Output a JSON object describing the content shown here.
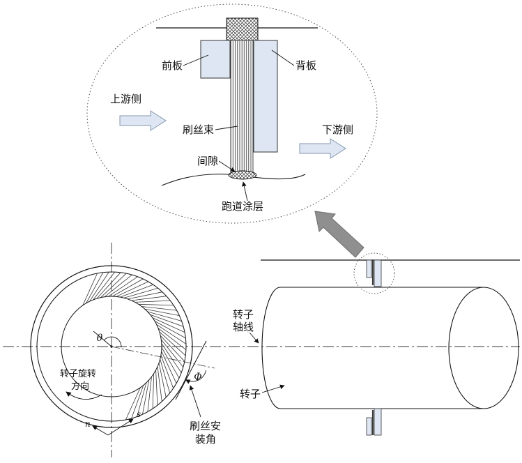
{
  "figure": {
    "detail": {
      "front_plate": "前板",
      "back_plate": "背板",
      "upstream_side": "上游侧",
      "bristle_bundle": "刷丝束",
      "downstream_side": "下游侧",
      "clearance": "间隙",
      "runway_coating": "跑道涂层"
    },
    "front_view": {
      "theta": "θ",
      "phi": "Φ",
      "rotation_line1": "转子旋转",
      "rotation_line2": "方向",
      "s_axis": "s",
      "n_axis": "n",
      "install_angle_line1": "刷丝安",
      "install_angle_line2": "装角"
    },
    "side_view": {
      "rotor_axis_line1": "转子",
      "rotor_axis_line2": "轴线",
      "rotor": "转子"
    }
  },
  "colors": {
    "plate_fill": "#dde6f2",
    "flow_arrow_fill": "#dde6f2",
    "flow_arrow_stroke": "#8496ad",
    "callout_arrow_fill": "#8f8f8f",
    "line": "#1a1a1a"
  }
}
